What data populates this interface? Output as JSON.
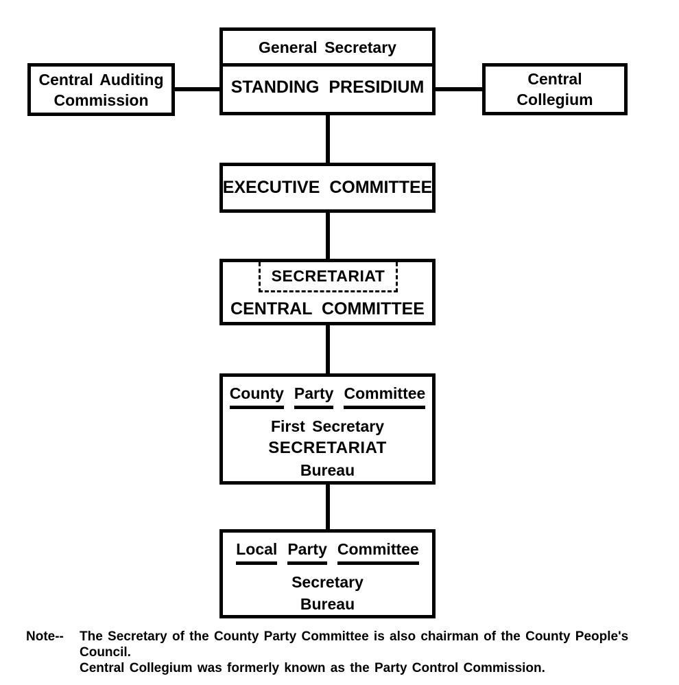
{
  "colors": {
    "ink": "#000000",
    "paper": "#ffffff"
  },
  "boxes": {
    "presidium": {
      "top": "General Secretary",
      "main": "STANDING PRESIDIUM"
    },
    "auditing": {
      "line1": "Central Auditing",
      "line2": "Commission"
    },
    "collegium": {
      "line1": "Central",
      "line2": "Collegium"
    },
    "executive": {
      "label": "EXECUTIVE COMMITTEE"
    },
    "central_committee": {
      "inner": "SECRETARIAT",
      "label": "CENTRAL COMMITTEE"
    },
    "county": {
      "word1": "County",
      "word2": "Party",
      "word3": "Committee",
      "line1": "First Secretary",
      "line2": "SECRETARIAT",
      "line3": "Bureau"
    },
    "local": {
      "word1": "Local",
      "word2": "Party",
      "word3": "Committee",
      "line1": "Secretary",
      "line2": "Bureau"
    }
  },
  "note": {
    "label": "Note--",
    "line1": "The Secretary of the County Party Committee is also chairman of the County People's",
    "line2": "Council.",
    "line3": "Central Collegium was formerly known as the Party Control Commission."
  }
}
